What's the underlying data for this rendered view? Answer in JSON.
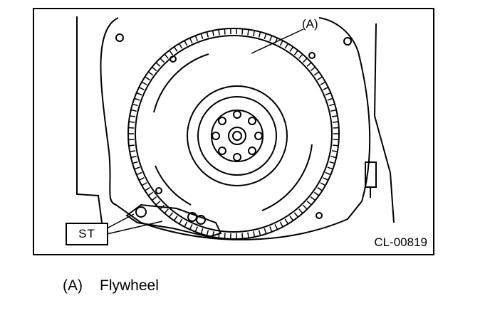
{
  "figure": {
    "callout_a": "(A)",
    "tool_label": "ST",
    "figure_code": "CL-00819"
  },
  "legend": {
    "items": [
      {
        "key": "(A)",
        "label": "Flywheel"
      }
    ]
  },
  "colors": {
    "line": "#000000",
    "background": "#ffffff"
  },
  "icons": [
    "flywheel-drawing",
    "ring-gear-teeth",
    "special-tool-drawing"
  ]
}
